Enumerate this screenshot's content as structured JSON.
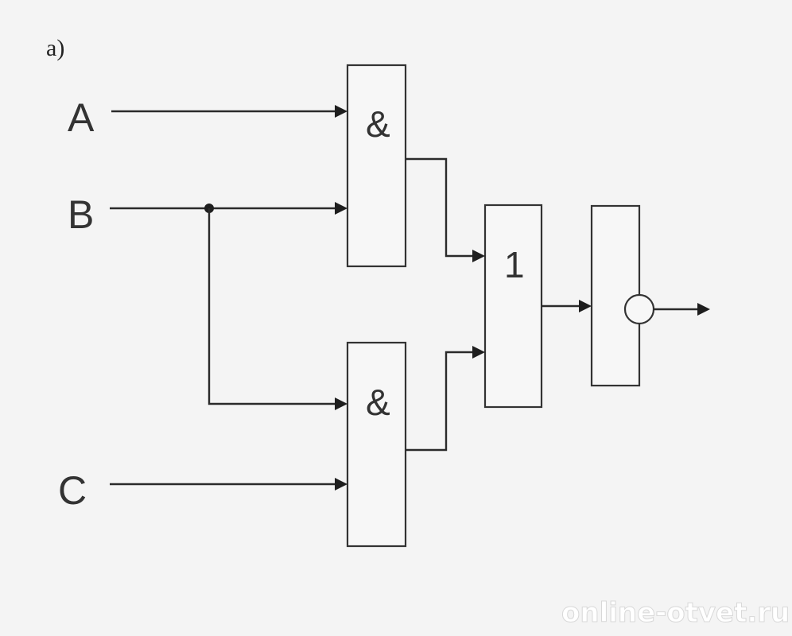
{
  "figure": {
    "part_label": "а)"
  },
  "inputs": {
    "a": "A",
    "b": "B",
    "c": "C"
  },
  "gates": {
    "and_top": "&",
    "and_bottom": "&",
    "or_gate": "1"
  },
  "watermark": {
    "text": "online-otvet.ru"
  },
  "colors": {
    "background": "#f4f4f4",
    "line": "#2a2a2a"
  }
}
